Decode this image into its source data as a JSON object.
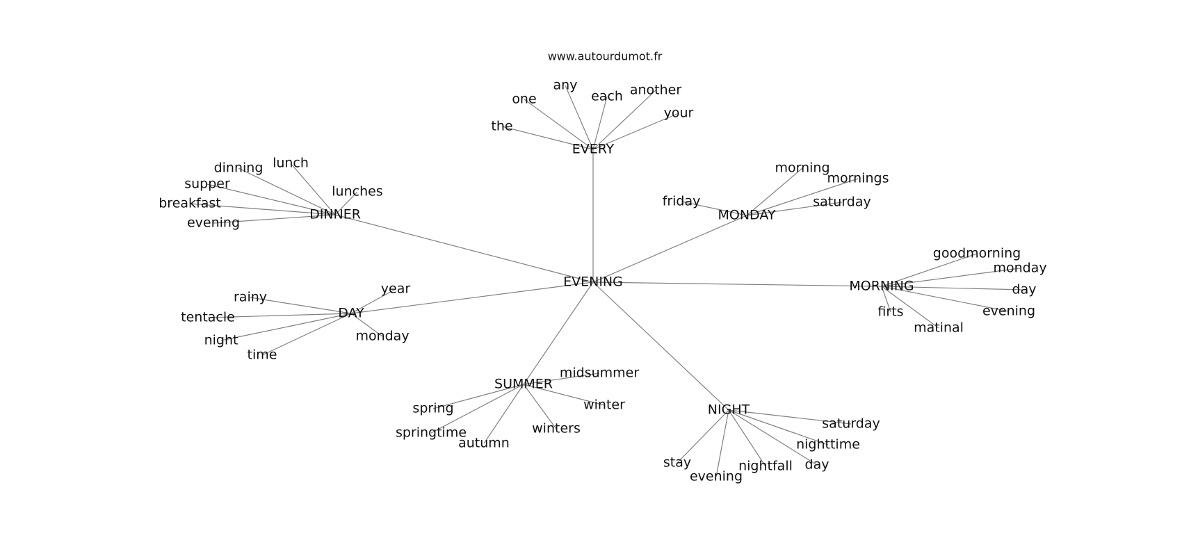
{
  "site": "www.autourdumot.fr",
  "center": "EVENING",
  "hubs": [
    {
      "id": "every",
      "label": "EVERY",
      "leaves": [
        "the",
        "one",
        "any",
        "each",
        "another",
        "your"
      ]
    },
    {
      "id": "dinner",
      "label": "DINNER",
      "leaves": [
        "dinning",
        "lunch",
        "lunches",
        "supper",
        "breakfast",
        "evening"
      ]
    },
    {
      "id": "monday",
      "label": "MONDAY",
      "leaves": [
        "morning",
        "mornings",
        "friday",
        "saturday"
      ]
    },
    {
      "id": "morning",
      "label": "MORNING",
      "leaves": [
        "goodmorning",
        "monday",
        "day",
        "evening",
        "firts",
        "matinal"
      ]
    },
    {
      "id": "day",
      "label": "DAY",
      "leaves": [
        "year",
        "rainy",
        "tentacle",
        "night",
        "time",
        "monday"
      ]
    },
    {
      "id": "summer",
      "label": "SUMMER",
      "leaves": [
        "midsummer",
        "spring",
        "winter",
        "springtime",
        "autumn",
        "winters"
      ]
    },
    {
      "id": "night",
      "label": "NIGHT",
      "leaves": [
        "saturday",
        "nighttime",
        "stay",
        "evening",
        "nightfall",
        "day"
      ]
    }
  ]
}
